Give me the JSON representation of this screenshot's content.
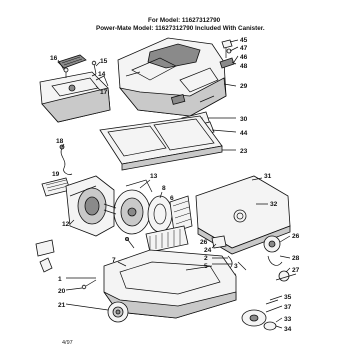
{
  "header": {
    "line1": "For Model: 11627312790",
    "line2": "Power-Mate Model: 11627312790   Included With Canister."
  },
  "callouts": [
    "45",
    "47",
    "46",
    "16",
    "15",
    "14",
    "17",
    "48",
    "29",
    "30",
    "44",
    "23",
    "18",
    "19",
    "12",
    "13",
    "8",
    "6",
    "31",
    "32",
    "26",
    "28",
    "27",
    "26",
    "24",
    "2",
    "5",
    "3",
    "7",
    "1",
    "20",
    "21",
    "35",
    "37",
    "33",
    "34"
  ],
  "footer": {
    "date": "4/97"
  }
}
